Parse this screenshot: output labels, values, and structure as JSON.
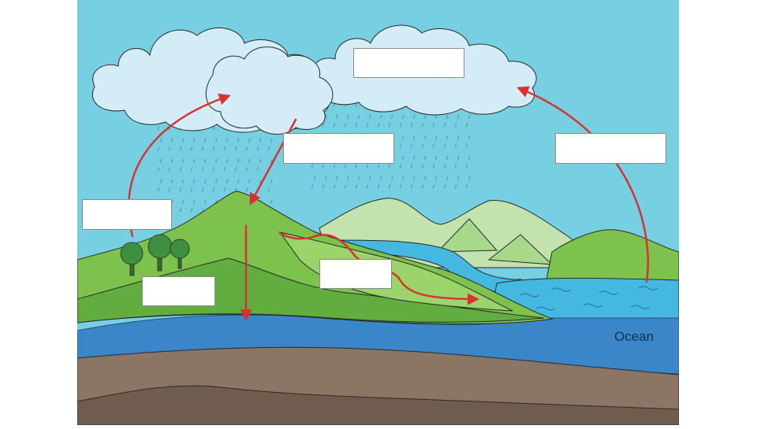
{
  "diagram": {
    "labels": {
      "ocean": "Ocean"
    },
    "blank_label_boxes": [
      {
        "id": "top-cloud-box",
        "text": ""
      },
      {
        "id": "center-arrow-box",
        "text": ""
      },
      {
        "id": "right-evaporation-box",
        "text": ""
      },
      {
        "id": "left-transpiration-box",
        "text": ""
      },
      {
        "id": "runoff-box",
        "text": ""
      },
      {
        "id": "groundwater-box",
        "text": ""
      }
    ],
    "colors": {
      "sky": "#76d0e2",
      "cloud": "#d3ecf5",
      "rain": "#5f9fb5",
      "hill_dark": "#7cc24d",
      "hill_light": "#9ad46a",
      "mountain_bg": "#c2e3ae",
      "river": "#44b8e0",
      "ocean": "#3a86c8",
      "soil": "#8b7565",
      "bedrock": "#6f5c4e",
      "tree": "#3f8f40",
      "arrow": "#d83232"
    }
  }
}
